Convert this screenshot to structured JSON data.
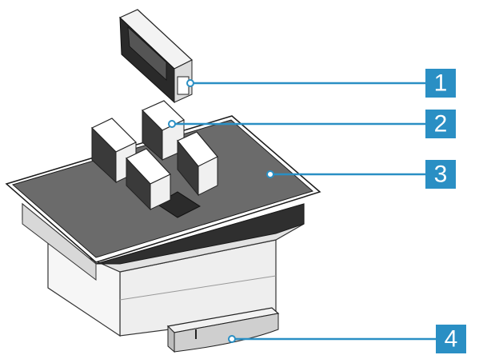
{
  "colors": {
    "callout_blue": "#2a8fc4",
    "cooktop_glass": "#6b6b6b",
    "outline": "#1a1a1a",
    "body_grey": "#e6e6e6",
    "filter_face": "#ffffff"
  },
  "callouts": [
    {
      "number": "1",
      "part": "grease-filter-cartridge"
    },
    {
      "number": "2",
      "part": "odour-filters"
    },
    {
      "number": "3",
      "part": "hob-surface"
    },
    {
      "number": "4",
      "part": "collection-tray"
    }
  ]
}
